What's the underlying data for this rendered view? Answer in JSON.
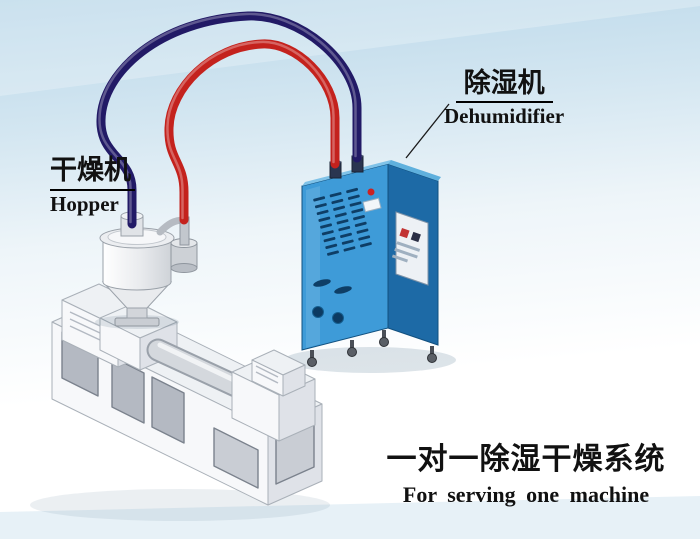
{
  "labels": {
    "hopper": {
      "zh": "干燥机",
      "en": "Hopper"
    },
    "dehumidifier": {
      "zh": "除湿机",
      "en": "Dehumidifier"
    }
  },
  "caption": {
    "zh": "一对一除湿干燥系统",
    "en": "For serving one machine"
  },
  "colors": {
    "background_top": "#b9d7e9",
    "background_bottom": "#ffffff",
    "pipe_red": "#c4221d",
    "pipe_blue": "#221a66",
    "dehumidifier_front": "#3e9bd8",
    "dehumidifier_side": "#1d6aa6",
    "dehumidifier_top": "#7fc2e8",
    "machine_body": "#f7f8fa",
    "machine_shade": "#dfe2e8",
    "text": "#111111"
  }
}
